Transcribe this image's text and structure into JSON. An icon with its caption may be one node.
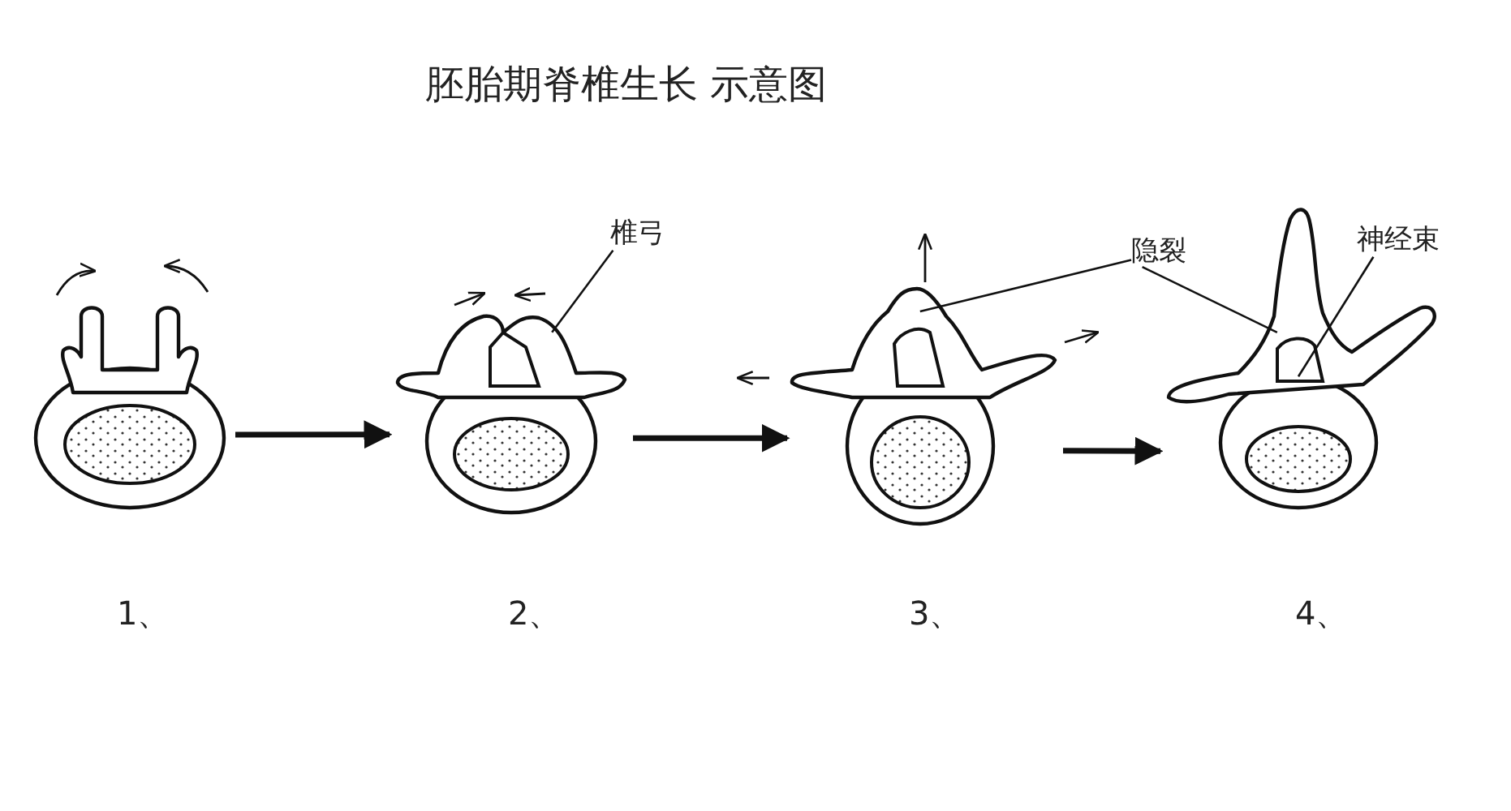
{
  "diagram": {
    "title": "胚胎期脊椎生长 示意图",
    "nodes": [
      {
        "text": [],
        "shape": "picture",
        "beside": [
          "1、"
        ]
      },
      {
        "text": [],
        "shape": "picture",
        "beside": [
          "2、"
        ]
      },
      {
        "text": [],
        "shape": "picture",
        "beside": [
          "3、"
        ]
      },
      {
        "text": [],
        "shape": "picture",
        "beside": [
          "4、"
        ]
      },
      {
        "text": [
          "椎弓"
        ]
      },
      {
        "text": [
          "隐裂"
        ]
      },
      {
        "text": [
          "神经束"
        ]
      }
    ],
    "edges": [
      {
        "from": 0,
        "to": 1,
        "arrow": "to",
        "style": "thick"
      },
      {
        "from": 1,
        "to": 2,
        "arrow": "to",
        "style": "thick"
      },
      {
        "from": 2,
        "to": 3,
        "arrow": "to",
        "style": "thick"
      },
      {
        "from": 4,
        "to": 1,
        "arrow": "none"
      },
      {
        "from": 5,
        "to": 2,
        "arrow": "none"
      },
      {
        "from": 5,
        "to": 3,
        "arrow": "none"
      },
      {
        "from": 6,
        "to": 3,
        "arrow": "none"
      }
    ]
  }
}
